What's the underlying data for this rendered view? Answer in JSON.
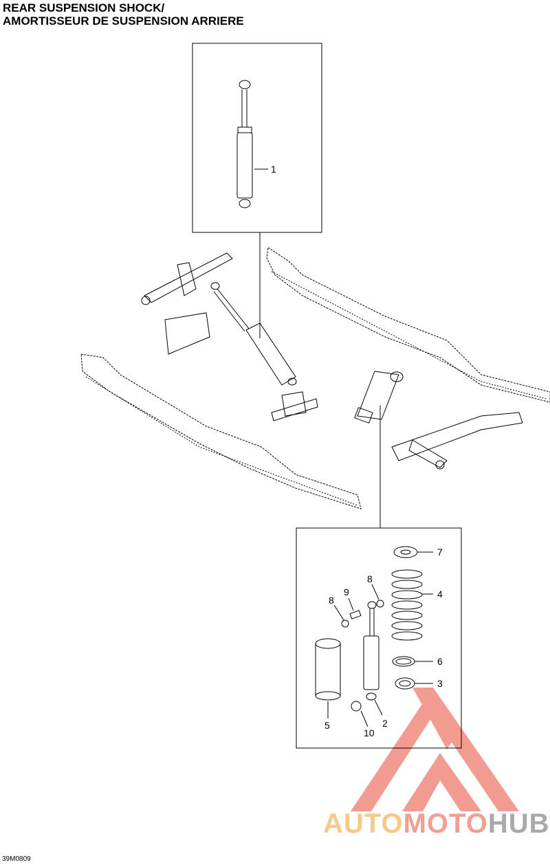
{
  "header": {
    "title_line1": "REAR SUSPENSION SHOCK/",
    "title_line2": "AMORTISSEUR DE SUSPENSION ARRIERE"
  },
  "callouts": [
    "1",
    "7",
    "8",
    "9",
    "8",
    "4",
    "5",
    "6",
    "3",
    "10",
    "2"
  ],
  "footer": {
    "drawing_code": "39M0809"
  },
  "watermark": {
    "part1": "AUTO",
    "part2": "MOTO",
    "part3": "HUB"
  },
  "colors": {
    "watermark_red": "#f08a7e",
    "watermark_orange": "#f6c98a",
    "watermark_gray": "#a9a9a9"
  }
}
